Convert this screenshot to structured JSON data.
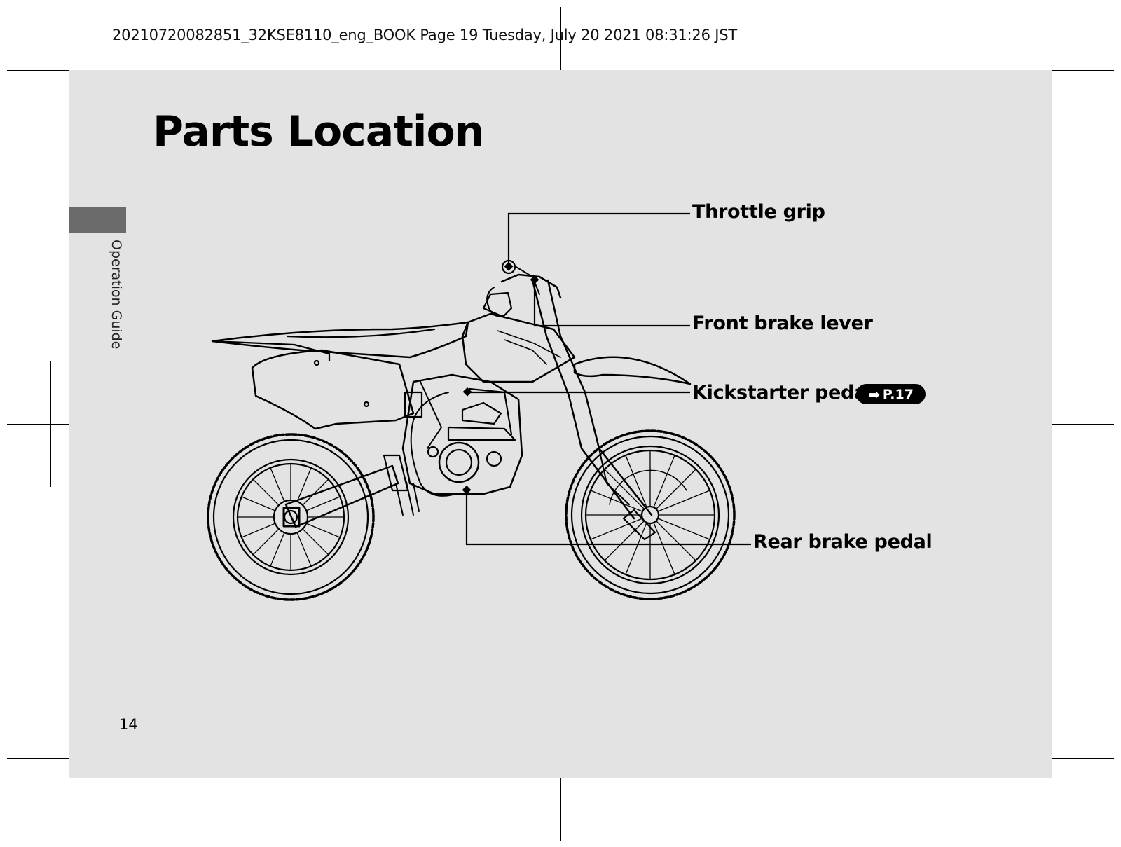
{
  "header": {
    "print_info": "20210720082851_32KSE8110_eng_BOOK Page 19 Tuesday, July 20 2021 08:31:26 JST"
  },
  "page": {
    "title": "Parts Location",
    "section_tab": "Operation Guide",
    "page_number": "14"
  },
  "callouts": {
    "throttle_grip": "Throttle grip",
    "front_brake_lever": "Front brake lever",
    "kickstarter_pedal": "Kickstarter pedal",
    "kickstarter_ref": "P.17",
    "rear_brake_pedal": "Rear brake pedal"
  },
  "icons": {
    "ref_arrow": "arrow-right-icon"
  },
  "colors": {
    "panel": "#e3e3e3",
    "tab": "#6b6b6b",
    "ink": "#000000"
  }
}
